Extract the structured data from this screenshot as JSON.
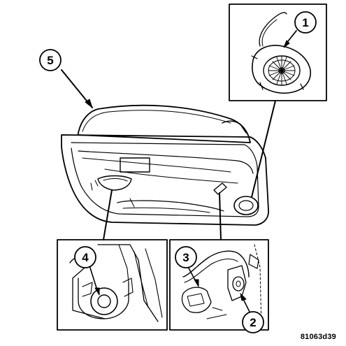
{
  "figure_id": "81063d39",
  "callouts": [
    {
      "number": "1"
    },
    {
      "number": "2"
    },
    {
      "number": "3"
    },
    {
      "number": "4"
    },
    {
      "number": "5"
    }
  ],
  "colors": {
    "line": "#000000",
    "background": "#ffffff"
  }
}
